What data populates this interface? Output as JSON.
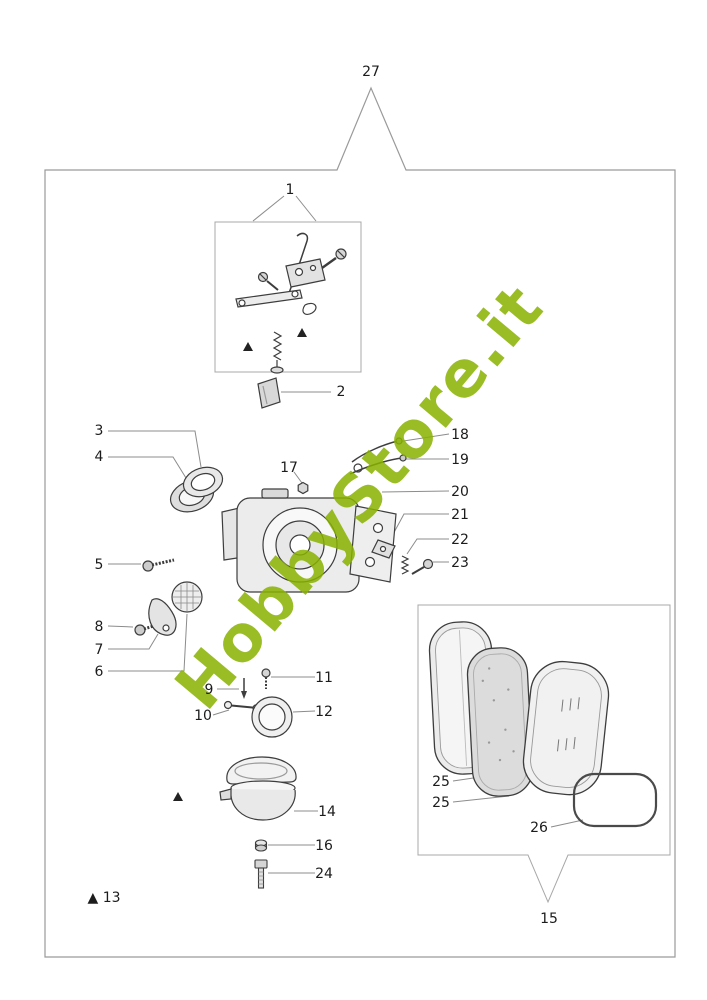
{
  "page": {
    "background": "#ffffff",
    "border_color": "#9a9a9a"
  },
  "watermark": {
    "text": "HobbyStore.it",
    "color": "#89b200",
    "opacity": 0.85
  },
  "labels": {
    "p1": "1",
    "p2": "2",
    "p3": "3",
    "p4": "4",
    "p5": "5",
    "p6": "6",
    "p7": "7",
    "p8": "8",
    "p9": "9",
    "p10": "10",
    "p11": "11",
    "p12": "12",
    "p13": "▲ 13",
    "p14": "14",
    "p15": "15",
    "p16": "16",
    "p17": "17",
    "p18": "18",
    "p19": "19",
    "p20": "20",
    "p21": "21",
    "p22": "22",
    "p23": "23",
    "p24": "24",
    "p25a": "25",
    "p25b": "25",
    "p26": "26",
    "p27": "27"
  }
}
